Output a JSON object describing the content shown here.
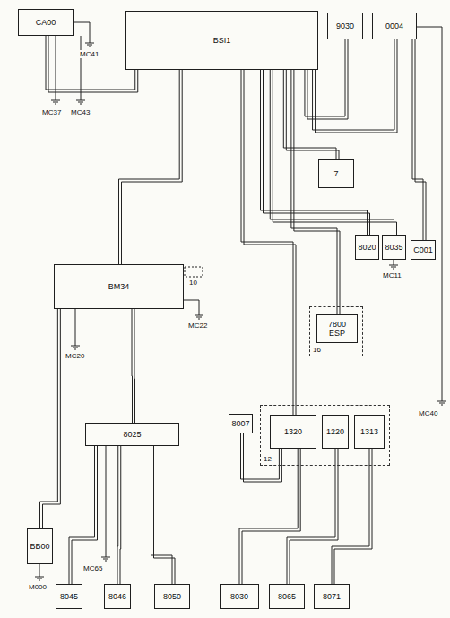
{
  "diagram": {
    "nodes": [
      {
        "text": [
          "BSI1"
        ]
      },
      {
        "text": [
          "9030"
        ]
      },
      {
        "text": [
          "0004"
        ]
      },
      {
        "text": [
          "CA00"
        ]
      },
      {
        "text": [
          "7"
        ]
      },
      {
        "text": [
          "BM34"
        ]
      },
      {
        "text": [
          "8020"
        ]
      },
      {
        "text": [
          "8035"
        ]
      },
      {
        "text": [
          "C001"
        ]
      },
      {
        "text": [
          "16"
        ]
      },
      {
        "text": [
          "7800",
          "ESP"
        ],
        "in": 9
      },
      {
        "text": [
          "8007"
        ]
      },
      {
        "text": [
          "12"
        ]
      },
      {
        "text": [
          "1320"
        ],
        "in": 12
      },
      {
        "text": [
          "1220"
        ],
        "in": 12
      },
      {
        "text": [
          "1313"
        ],
        "in": 12
      },
      {
        "text": [
          "8025"
        ]
      },
      {
        "text": [
          "BB00"
        ]
      },
      {
        "text": [
          "8045"
        ]
      },
      {
        "text": [
          "8046"
        ]
      },
      {
        "text": [
          "8050"
        ]
      },
      {
        "text": [
          "8030"
        ]
      },
      {
        "text": [
          "8065"
        ]
      },
      {
        "text": [
          "8071"
        ]
      }
    ],
    "edges": [
      {
        "from": 0,
        "to": 1,
        "arrow": "none"
      },
      {
        "from": 0,
        "to": 2,
        "arrow": "none"
      },
      {
        "from": 0,
        "to": 3,
        "arrow": "none"
      },
      {
        "from": 0,
        "to": 5,
        "arrow": "none"
      },
      {
        "from": 0,
        "to": 6,
        "arrow": "none"
      },
      {
        "from": 0,
        "to": 7,
        "arrow": "none"
      },
      {
        "from": 0,
        "to": 4,
        "arrow": "none"
      },
      {
        "from": 0,
        "to": 10,
        "arrow": "none"
      },
      {
        "from": 0,
        "to": 13,
        "arrow": "none"
      },
      {
        "from": 5,
        "to": 16,
        "arrow": "none"
      },
      {
        "from": 16,
        "to": 18,
        "arrow": "none"
      },
      {
        "from": 16,
        "to": 19,
        "arrow": "none"
      },
      {
        "from": 16,
        "to": 20,
        "arrow": "none"
      },
      {
        "from": 5,
        "to": 17,
        "arrow": "none"
      },
      {
        "from": 13,
        "to": 11,
        "arrow": "none"
      },
      {
        "from": 13,
        "to": 21,
        "arrow": "none"
      },
      {
        "from": 14,
        "to": 22,
        "arrow": "none"
      },
      {
        "from": 15,
        "to": 23,
        "arrow": "none"
      },
      {
        "from": 2,
        "to": 8,
        "arrow": "none"
      }
    ],
    "labels": [
      "MC41",
      "MC37",
      "MC43",
      "10",
      "MC22",
      "MC20",
      "MC11",
      "MC40",
      "MC65",
      "M000"
    ]
  }
}
